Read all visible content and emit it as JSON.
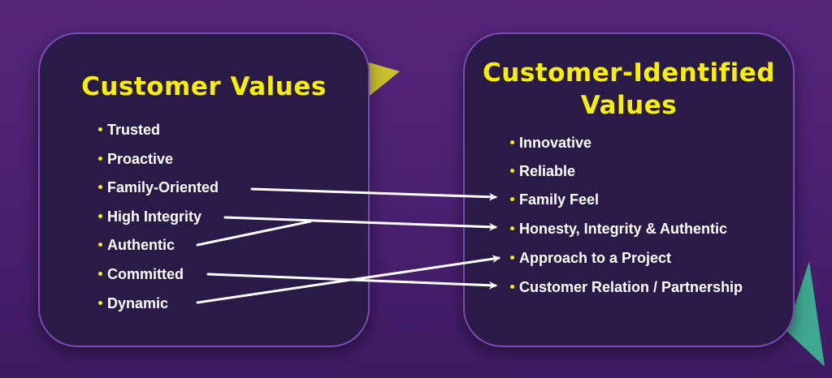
{
  "left_box": {
    "title": "Customer Values",
    "items": [
      "Trusted",
      "Proactive",
      "Family-Oriented",
      "High Integrity",
      "Authentic",
      "Committed",
      "Dynamic"
    ]
  },
  "right_box": {
    "title_line1": "Customer-Identified",
    "title_line2": "Values",
    "items": [
      "Innovative",
      "Reliable",
      "Family Feel",
      "Honesty, Integrity & Authentic",
      "Approach to a Project",
      "Customer Relation / Partnership"
    ]
  },
  "connections": [
    {
      "from": "Family-Oriented",
      "to": "Family Feel"
    },
    {
      "from": "High Integrity",
      "to": "Honesty, Integrity & Authentic"
    },
    {
      "from": "Authentic",
      "to": "Honesty, Integrity & Authentic"
    },
    {
      "from": "Committed",
      "to": "Customer Relation / Partnership"
    },
    {
      "from": "Dynamic",
      "to": "Approach to a Project"
    }
  ],
  "colors": {
    "background": "#4a2070",
    "box": "#2a1a48",
    "title": "#f8f000",
    "bullet": "#f8f000",
    "triangle_yellow": "#c8c030",
    "triangle_teal": "#3fa890"
  }
}
